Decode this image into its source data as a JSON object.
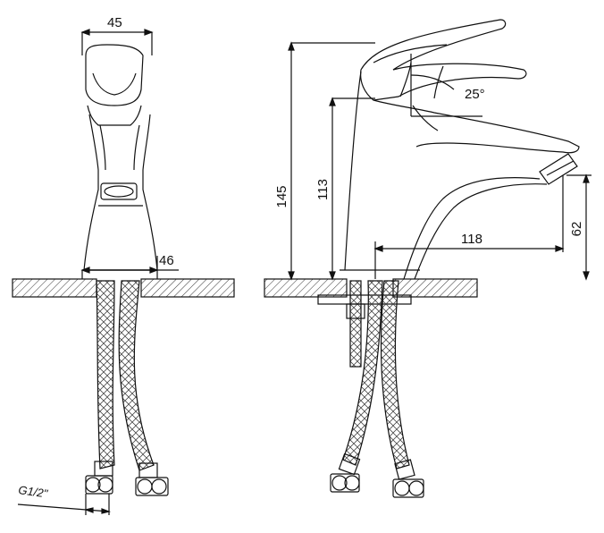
{
  "drawing": {
    "front_view": {
      "width_top": "45",
      "width_base": "46",
      "thread": "G1/2\""
    },
    "side_view": {
      "height_total": "145",
      "height_spout": "113",
      "handle_angle": "25°",
      "spout_reach": "118",
      "spout_height": "62"
    }
  },
  "colors": {
    "line": "#111111",
    "hatch": "#333333",
    "background": "#ffffff"
  }
}
